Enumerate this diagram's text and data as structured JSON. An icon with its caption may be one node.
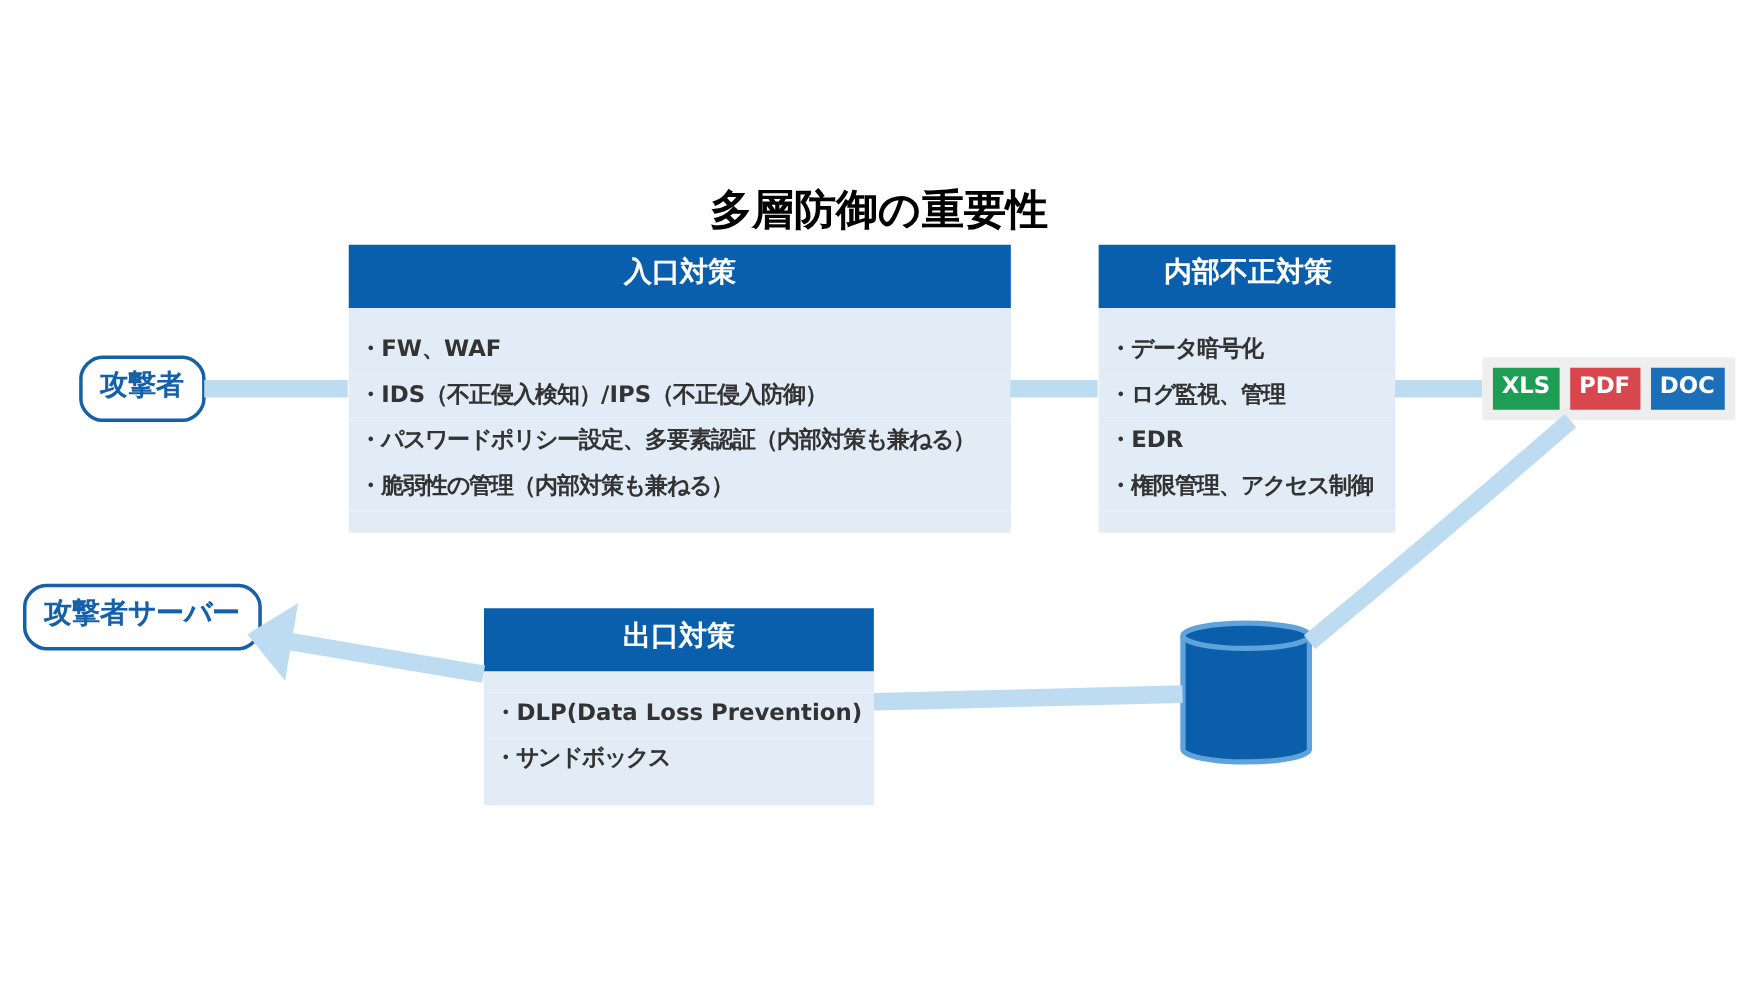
{
  "diagram": {
    "title": "多層防御の重要性",
    "nodes": [
      {
        "text": [
          "攻撃者"
        ]
      },
      {
        "text": [
          "入口対策",
          "・FW、WAF",
          "・IDS（不正侵入検知）/IPS（不正侵入防御）",
          "・パスワードポリシー設定、多要素認証（内部対策も兼ねる）",
          "・脆弱性の管理（内部対策も兼ねる）"
        ]
      },
      {
        "text": [
          "内部不正対策",
          "・データ暗号化",
          "・ログ監視、管理",
          "・EDR",
          "・権限管理、アクセス制御"
        ]
      },
      {
        "text": [],
        "shape": "cylinder"
      },
      {
        "text": [
          "XLS",
          "PDF",
          "DOC"
        ]
      },
      {
        "text": [
          "出口対策",
          "・DLP(Data Loss Prevention)",
          "・サンドボックス"
        ]
      },
      {
        "text": [
          "攻撃者サーバー"
        ]
      }
    ],
    "edges": [
      {
        "from": 0,
        "to": 1,
        "arrow": "none"
      },
      {
        "from": 1,
        "to": 2,
        "arrow": "none"
      },
      {
        "from": 2,
        "to": 4,
        "arrow": "none"
      },
      {
        "from": 4,
        "to": 3,
        "arrow": "none"
      },
      {
        "from": 3,
        "to": 5,
        "arrow": "none"
      },
      {
        "from": 5,
        "to": 6,
        "arrow": "to"
      }
    ]
  }
}
